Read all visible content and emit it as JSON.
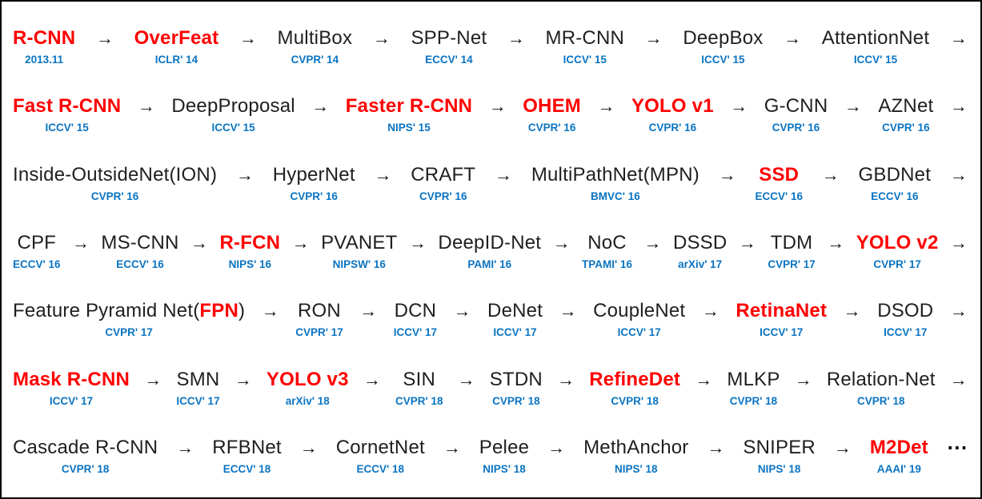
{
  "colors": {
    "highlight_red": "#ff0000",
    "venue_blue": "#0a74c2",
    "text_black": "#1f1f1f",
    "border_black": "#000000"
  },
  "arrow_glyph": "→",
  "ellipsis_glyph": "⋯",
  "rows": [
    {
      "trailing": "arrow",
      "items": [
        {
          "pre": "",
          "hl": "R-CNN",
          "post": "",
          "venue": "2013.11"
        },
        {
          "pre": "",
          "hl": "OverFeat",
          "post": "",
          "venue": "ICLR' 14"
        },
        {
          "pre": "MultiBox",
          "hl": "",
          "post": "",
          "venue": "CVPR' 14"
        },
        {
          "pre": "SPP-Net",
          "hl": "",
          "post": "",
          "venue": "ECCV' 14"
        },
        {
          "pre": "MR-CNN",
          "hl": "",
          "post": "",
          "venue": "ICCV' 15"
        },
        {
          "pre": "DeepBox",
          "hl": "",
          "post": "",
          "venue": "ICCV' 15"
        },
        {
          "pre": "AttentionNet",
          "hl": "",
          "post": "",
          "venue": "ICCV' 15"
        }
      ]
    },
    {
      "trailing": "arrow",
      "items": [
        {
          "pre": "",
          "hl": "Fast R-CNN",
          "post": "",
          "venue": "ICCV' 15"
        },
        {
          "pre": "DeepProposal",
          "hl": "",
          "post": "",
          "venue": "ICCV' 15"
        },
        {
          "pre": "",
          "hl": "Faster R-CNN",
          "post": "",
          "venue": "NIPS' 15"
        },
        {
          "pre": "",
          "hl": "OHEM",
          "post": "",
          "venue": "CVPR' 16"
        },
        {
          "pre": "",
          "hl": "YOLO v1",
          "post": "",
          "venue": "CVPR' 16"
        },
        {
          "pre": "G-CNN",
          "hl": "",
          "post": "",
          "venue": "CVPR' 16"
        },
        {
          "pre": "AZNet",
          "hl": "",
          "post": "",
          "venue": "CVPR' 16"
        }
      ]
    },
    {
      "trailing": "arrow",
      "items": [
        {
          "pre": "Inside-OutsideNet(ION)",
          "hl": "",
          "post": "",
          "venue": "CVPR' 16"
        },
        {
          "pre": "HyperNet",
          "hl": "",
          "post": "",
          "venue": "CVPR' 16"
        },
        {
          "pre": "CRAFT",
          "hl": "",
          "post": "",
          "venue": "CVPR' 16"
        },
        {
          "pre": "MultiPathNet(MPN)",
          "hl": "",
          "post": "",
          "venue": "BMVC' 16"
        },
        {
          "pre": "",
          "hl": "SSD",
          "post": "",
          "venue": "ECCV' 16"
        },
        {
          "pre": "GBDNet",
          "hl": "",
          "post": "",
          "venue": "ECCV' 16"
        }
      ]
    },
    {
      "trailing": "arrow",
      "items": [
        {
          "pre": "CPF",
          "hl": "",
          "post": "",
          "venue": "ECCV' 16"
        },
        {
          "pre": "MS-CNN",
          "hl": "",
          "post": "",
          "venue": "ECCV' 16"
        },
        {
          "pre": "",
          "hl": "R-FCN",
          "post": "",
          "venue": "NIPS' 16"
        },
        {
          "pre": "PVANET",
          "hl": "",
          "post": "",
          "venue": "NIPSW' 16"
        },
        {
          "pre": "DeepID-Net",
          "hl": "",
          "post": "",
          "venue": "PAMI' 16"
        },
        {
          "pre": "NoC",
          "hl": "",
          "post": "",
          "venue": "TPAMI' 16"
        },
        {
          "pre": "DSSD",
          "hl": "",
          "post": "",
          "venue": "arXiv' 17"
        },
        {
          "pre": "TDM",
          "hl": "",
          "post": "",
          "venue": "CVPR' 17"
        },
        {
          "pre": "",
          "hl": "YOLO v2",
          "post": "",
          "venue": "CVPR' 17"
        }
      ]
    },
    {
      "trailing": "arrow",
      "items": [
        {
          "pre": "Feature Pyramid Net(",
          "hl": "FPN",
          "post": ")",
          "venue": "CVPR' 17"
        },
        {
          "pre": "RON",
          "hl": "",
          "post": "",
          "venue": "CVPR' 17"
        },
        {
          "pre": "DCN",
          "hl": "",
          "post": "",
          "venue": "ICCV' 17"
        },
        {
          "pre": "DeNet",
          "hl": "",
          "post": "",
          "venue": "ICCV' 17"
        },
        {
          "pre": "CoupleNet",
          "hl": "",
          "post": "",
          "venue": "ICCV' 17"
        },
        {
          "pre": "",
          "hl": "RetinaNet",
          "post": "",
          "venue": "ICCV' 17"
        },
        {
          "pre": "DSOD",
          "hl": "",
          "post": "",
          "venue": "ICCV' 17"
        }
      ]
    },
    {
      "trailing": "arrow",
      "items": [
        {
          "pre": "",
          "hl": "Mask R-CNN",
          "post": "",
          "venue": "ICCV' 17"
        },
        {
          "pre": "SMN",
          "hl": "",
          "post": "",
          "venue": "ICCV' 17"
        },
        {
          "pre": "",
          "hl": "YOLO v3",
          "post": "",
          "venue": "arXiv' 18"
        },
        {
          "pre": "SIN",
          "hl": "",
          "post": "",
          "venue": "CVPR' 18"
        },
        {
          "pre": "STDN",
          "hl": "",
          "post": "",
          "venue": "CVPR' 18"
        },
        {
          "pre": "",
          "hl": "RefineDet",
          "post": "",
          "venue": "CVPR' 18"
        },
        {
          "pre": "MLKP",
          "hl": "",
          "post": "",
          "venue": "CVPR' 18"
        },
        {
          "pre": "Relation-Net",
          "hl": "",
          "post": "",
          "venue": "CVPR' 18"
        }
      ]
    },
    {
      "trailing": "ellipsis",
      "items": [
        {
          "pre": "Cascade R-CNN",
          "hl": "",
          "post": "",
          "venue": "CVPR' 18"
        },
        {
          "pre": "RFBNet",
          "hl": "",
          "post": "",
          "venue": "ECCV' 18"
        },
        {
          "pre": "CornetNet",
          "hl": "",
          "post": "",
          "venue": "ECCV' 18"
        },
        {
          "pre": "Pelee",
          "hl": "",
          "post": "",
          "venue": "NIPS' 18"
        },
        {
          "pre": "MethAnchor",
          "hl": "",
          "post": "",
          "venue": "NIPS' 18"
        },
        {
          "pre": "SNIPER",
          "hl": "",
          "post": "",
          "venue": "NIPS' 18"
        },
        {
          "pre": "",
          "hl": "M2Det",
          "post": "",
          "venue": "AAAI' 19"
        }
      ]
    }
  ]
}
